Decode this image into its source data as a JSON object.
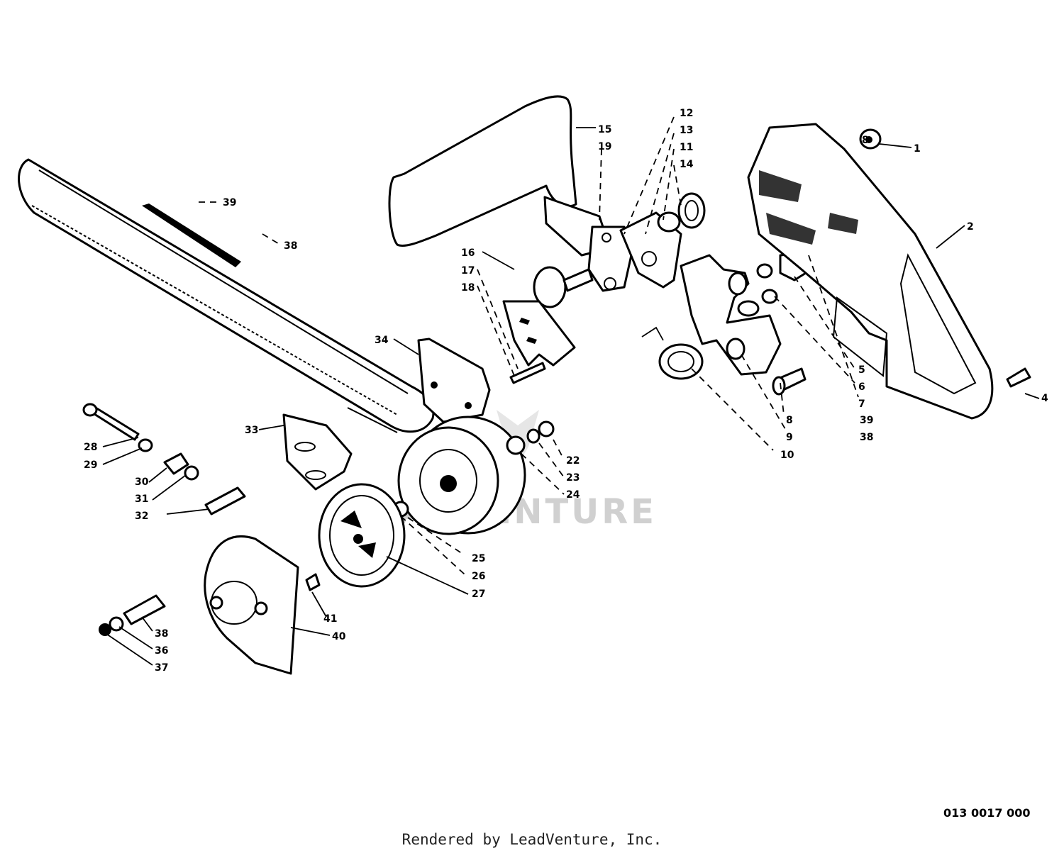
{
  "diagram": {
    "code": "013 0017 000",
    "credit": "Rendered by LeadVenture, Inc.",
    "watermark": "LEADVENTURE",
    "callouts": [
      "1",
      "2",
      "4",
      "5",
      "6",
      "7",
      "8",
      "9",
      "10",
      "11",
      "12",
      "13",
      "14",
      "15",
      "16",
      "17",
      "18",
      "19",
      "22",
      "23",
      "24",
      "25",
      "26",
      "27",
      "28",
      "29",
      "30",
      "31",
      "32",
      "33",
      "34",
      "36",
      "37",
      "38",
      "39",
      "40",
      "41",
      "8",
      "38",
      "39",
      "38"
    ]
  }
}
